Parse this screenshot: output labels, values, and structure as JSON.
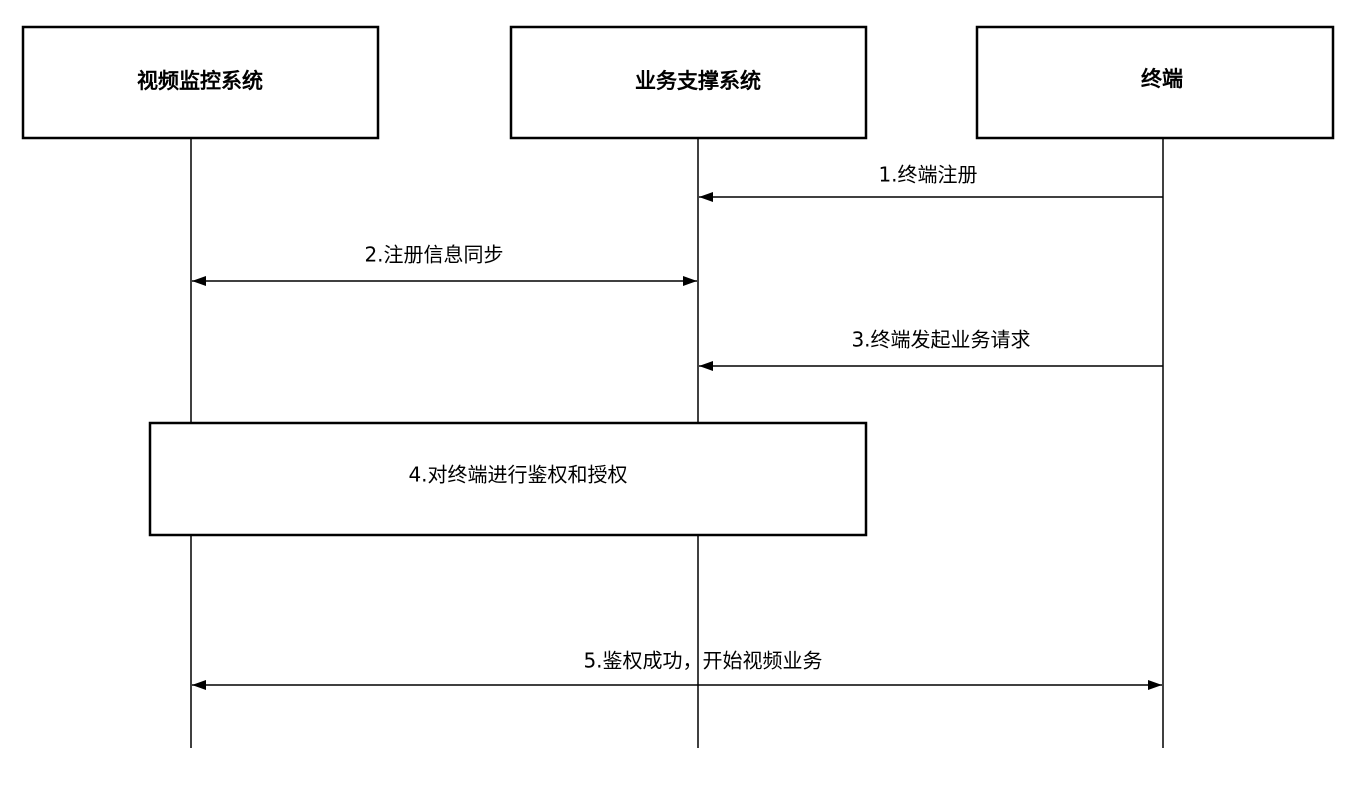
{
  "actors": {
    "video": "视频监控系统",
    "support": "业务支撑系统",
    "terminal": "终端"
  },
  "messages": {
    "m1": "1.终端注册",
    "m2": "2.注册信息同步",
    "m3": "3.终端发起业务请求",
    "m5": "5.鉴权成功，开始视频业务"
  },
  "process": {
    "p4": "4.对终端进行鉴权和授权"
  },
  "colors": {
    "stroke": "#000000",
    "fill": "#ffffff"
  }
}
